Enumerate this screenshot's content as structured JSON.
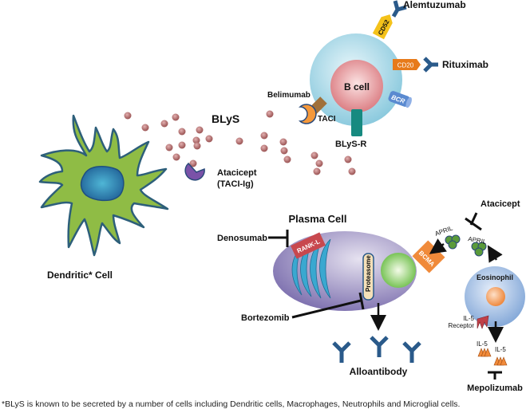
{
  "colors": {
    "dendritic_cell": "#8fbc45",
    "dendritic_outline": "#2d5f7a",
    "nucleus": "#2a7fb0",
    "bcell_outer": "#a8d8e6",
    "bcell_inner": "#e0848a",
    "blys_particle": "#b26b6b",
    "antibody": "#2a5a8a",
    "cd52": "#f4c21a",
    "cd20": "#e77a1a",
    "bcr": "#5a8ad0",
    "taci": "#a0703a",
    "blys_r": "#178a80",
    "belimumab": "#f5983a",
    "atacicept_taci_ig": "#7a52a8",
    "plasma_cell": "#9a8ec0",
    "rank_l": "#c8484e",
    "bcma": "#f08a3a",
    "golgi": "#3aa8d0",
    "plasma_nucleus": "#7cc850",
    "proteasome": "#f5e0b8",
    "april": "#5a9a3a",
    "eosinophil": "#9ab8e0",
    "eosinophil_nucleus": "#f5a060",
    "il5": "#f08a3a",
    "il5_receptor": "#c04048"
  },
  "labels": {
    "alemtuzumab": "Alemtuzumab",
    "cd52": "CD52",
    "rituximab": "Rituximab",
    "cd20": "CD20",
    "b_cell": "B cell",
    "bcr": "BCR",
    "belimumab": "Belimumab",
    "blys": "BLyS",
    "taci": "TACI",
    "blys_r": "BLyS-R",
    "atacicept_line1": "Atacicept",
    "atacicept_line2": "(TACI-Ig)",
    "dendritic_cell": "Dendritic* Cell",
    "plasma_cell": "Plasma Cell",
    "denosumab": "Denosumab",
    "rank_l": "RANK-L",
    "bcma": "BCMA",
    "proteasome": "Proteasome",
    "bortezomib": "Bortezomib",
    "alloantibody": "Alloantibody",
    "april_1": "APRIL",
    "april_2": "APRIL",
    "atacicept_2": "Atacicept",
    "eosinophil": "Eosinophil",
    "il5_receptor_line1": "IL-5",
    "il5_receptor_line2": "Receptor",
    "il5_1": "IL-5",
    "il5_2": "IL-5",
    "mepolizumab": "Mepolizumab"
  },
  "footnote": "*BLyS is known to be secreted by a number of cells including Dendritic cells, Macrophages, Neutrophils and Microglial cells."
}
